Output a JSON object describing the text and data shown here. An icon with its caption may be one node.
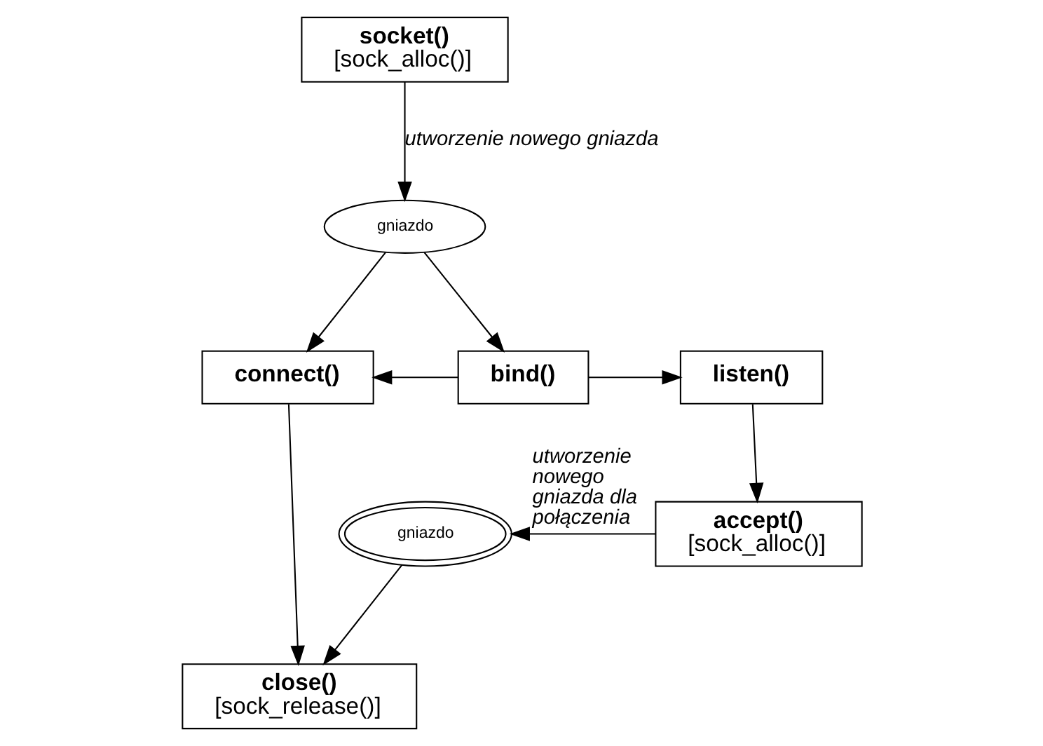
{
  "diagram": {
    "nodes": [
      {
        "text": [
          "socket()",
          "[sock_alloc()]"
        ]
      },
      {
        "text": [
          "gniazdo"
        ]
      },
      {
        "text": [
          "connect()"
        ]
      },
      {
        "text": [
          "bind()"
        ]
      },
      {
        "text": [
          "listen()"
        ]
      },
      {
        "text": [
          "accept()",
          "[sock_alloc()]"
        ]
      },
      {
        "text": [
          "gniazdo"
        ]
      },
      {
        "text": [
          "close()",
          "[sock_release()]"
        ]
      }
    ],
    "edges": [
      {
        "from": 0,
        "to": 1,
        "arrow": "to",
        "label": "utworzenie nowego gniazda"
      },
      {
        "from": 1,
        "to": 2,
        "arrow": "to"
      },
      {
        "from": 1,
        "to": 3,
        "arrow": "to"
      },
      {
        "from": 3,
        "to": 2,
        "arrow": "to"
      },
      {
        "from": 3,
        "to": 4,
        "arrow": "to"
      },
      {
        "from": 4,
        "to": 5,
        "arrow": "to"
      },
      {
        "from": 5,
        "to": 6,
        "arrow": "to",
        "label": "utworzenie nowego gniazda dla połączenia"
      },
      {
        "from": 2,
        "to": 7,
        "arrow": "to"
      },
      {
        "from": 6,
        "to": 7,
        "arrow": "to"
      }
    ]
  }
}
